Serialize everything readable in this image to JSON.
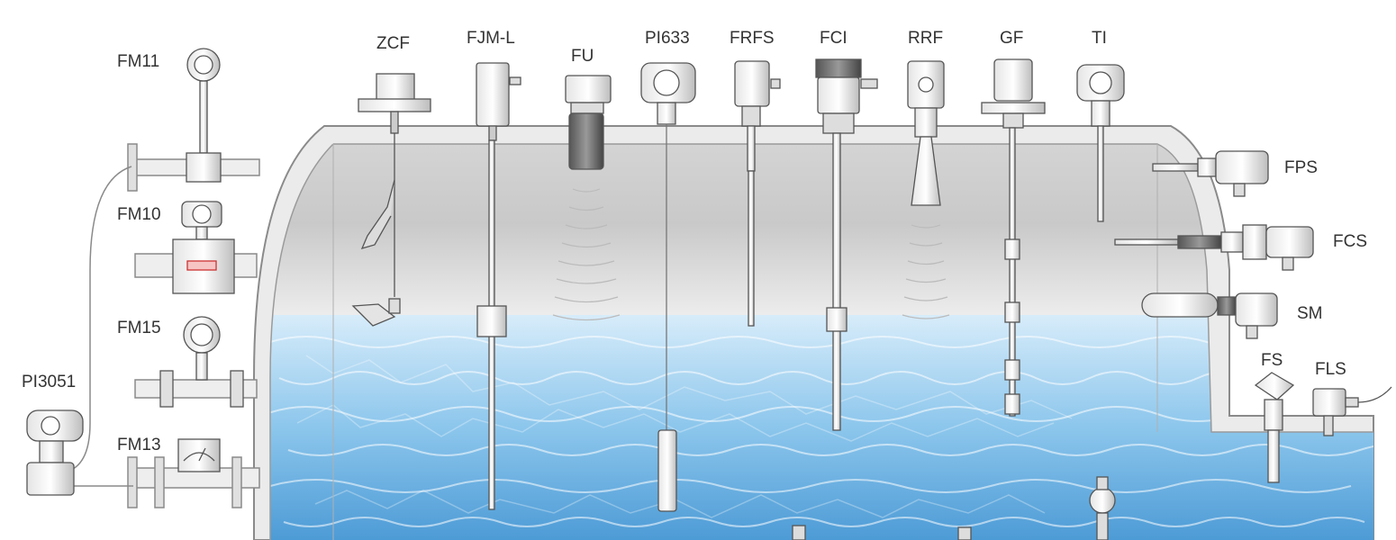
{
  "labels": {
    "zcf": "ZCF",
    "fjml": "FJM-L",
    "fu": "FU",
    "pi633": "PI633",
    "frfs": "FRFS",
    "fci": "FCI",
    "rrf": "RRF",
    "gf": "GF",
    "ti": "TI",
    "fm11": "FM11",
    "fm10": "FM10",
    "fm15": "FM15",
    "pi3051": "PI3051",
    "fm13": "FM13",
    "fps": "FPS",
    "fcs": "FCS",
    "sm": "SM",
    "fs": "FS",
    "fls": "FLS"
  },
  "colors": {
    "outline": "#8a8a8a",
    "tank_wall": "#e9e9e9",
    "air": "#dcdcdc",
    "water_light": "#d7ecfa",
    "water_mid": "#8cc6ec",
    "water_deep": "#4d9bd6",
    "label": "#333333"
  }
}
